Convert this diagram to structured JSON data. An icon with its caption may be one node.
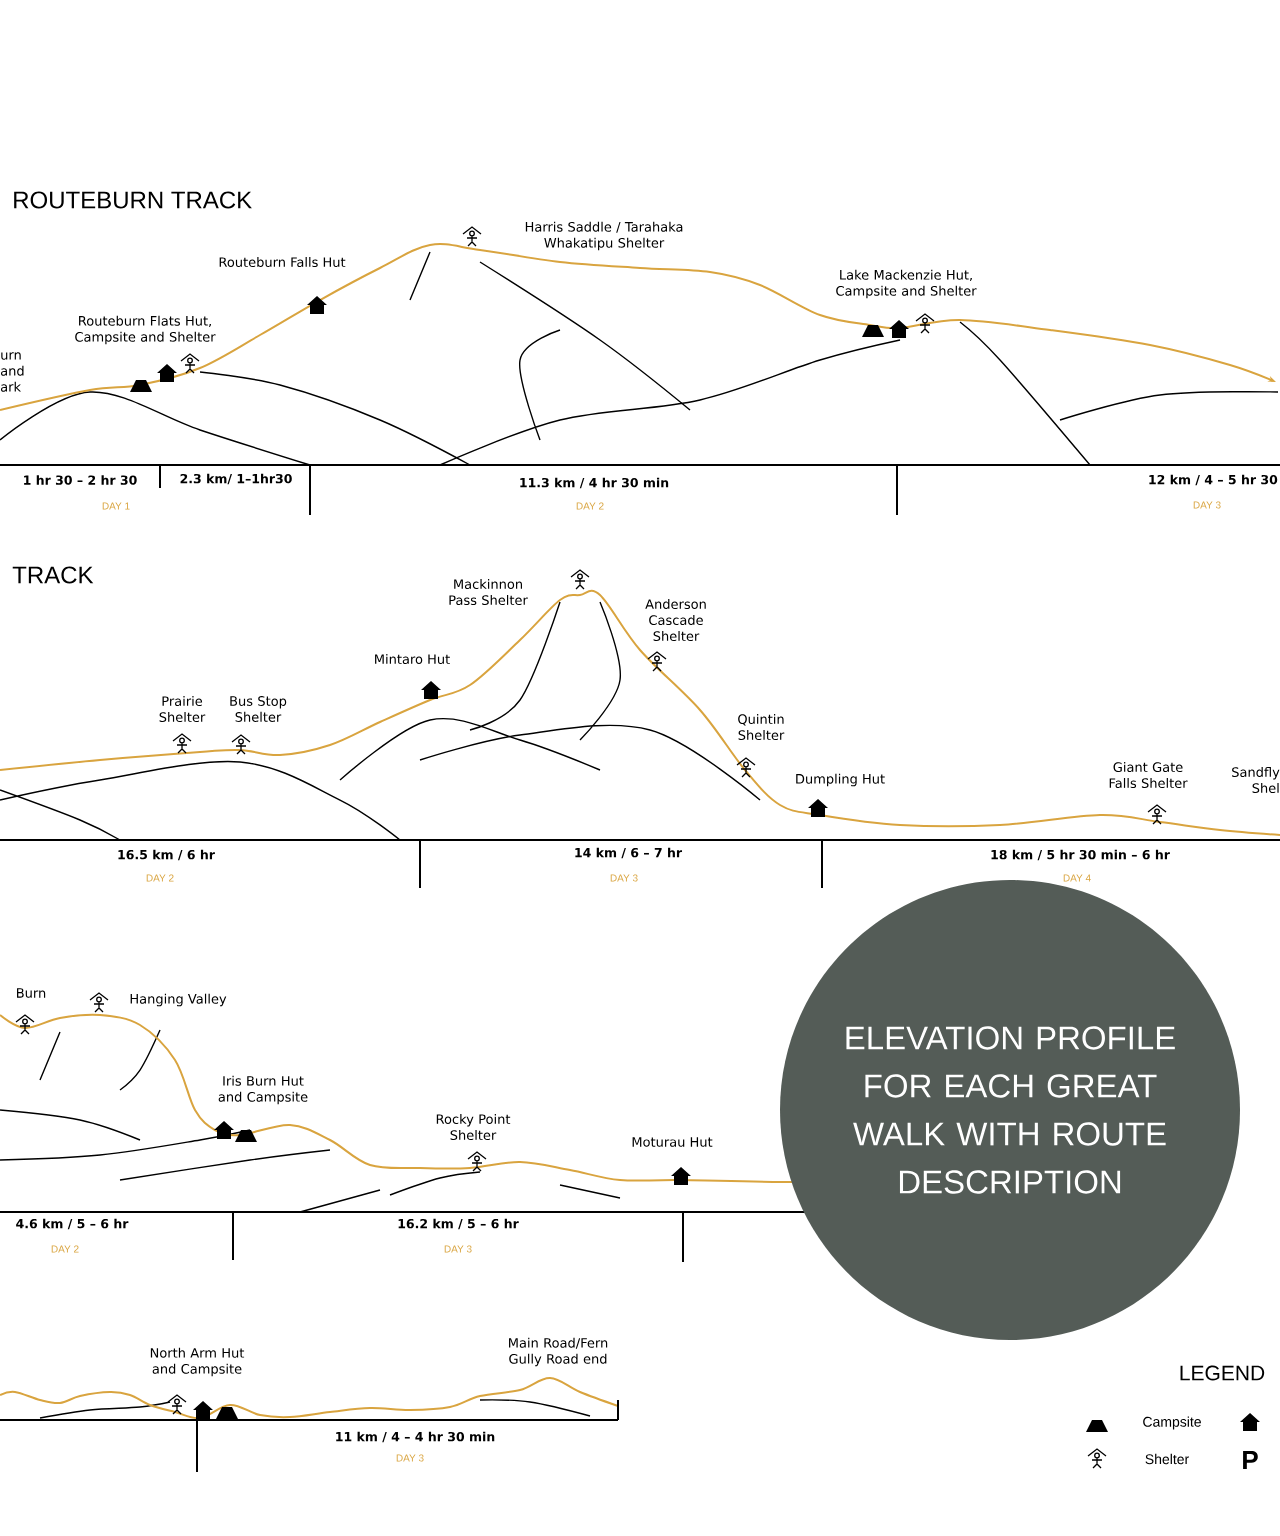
{
  "diagram": {
    "nodes": [
      {
        "text": [
          "ELEVATION PROFILE FOR EACH GREAT WALK WITH ROUTE DESCRIPTION"
        ]
      }
    ],
    "labels": [
      "ROUTEBURN TRACK",
      "urn and ark",
      "Routeburn Falls Hut",
      "Harris Saddle / Tarahaka Whakatipu Shelter",
      "Routeburn Flats Hut, Campsite and Shelter",
      "Lake Mackenzie Hut, Campsite and Shelter",
      "1 hr 30 – 2 hr 30",
      "2.3 km/ 1–1hr30",
      "11.3 km / 4 hr 30 min",
      "12 km / 4 – 5 hr 30",
      "DAY 1",
      "DAY 2",
      "DAY 3",
      "TRACK",
      "Mackinnon Pass Shelter",
      "Anderson Cascade Shelter",
      "Mintaro Hut",
      "Prairie Shelter",
      "Bus Stop Shelter",
      "Quintin Shelter",
      "Dumpling Hut",
      "Giant Gate Falls Shelter",
      "Sandfly Shel",
      "16.5 km / 6 hr",
      "14 km / 6 – 7 hr",
      "18 km / 5 hr 30 min – 6 hr",
      "DAY 2",
      "DAY 3",
      "DAY 4",
      "Burn",
      "Hanging Valley",
      "Iris Burn Hut and Campsite",
      "Rocky Point Shelter",
      "Moturau Hut",
      "4.6 km / 5 – 6 hr",
      "16.2 km / 5 – 6 hr",
      "DAY 2",
      "DAY 3",
      "North Arm Hut and Campsite",
      "Main Road/Fern Gully Road end",
      "11 km / 4 – 4 hr 30 min",
      "DAY 3",
      "LEGEND",
      "P"
    ],
    "legend": [
      {
        "text": "Campsite"
      },
      {
        "text": "Shelter"
      }
    ]
  }
}
